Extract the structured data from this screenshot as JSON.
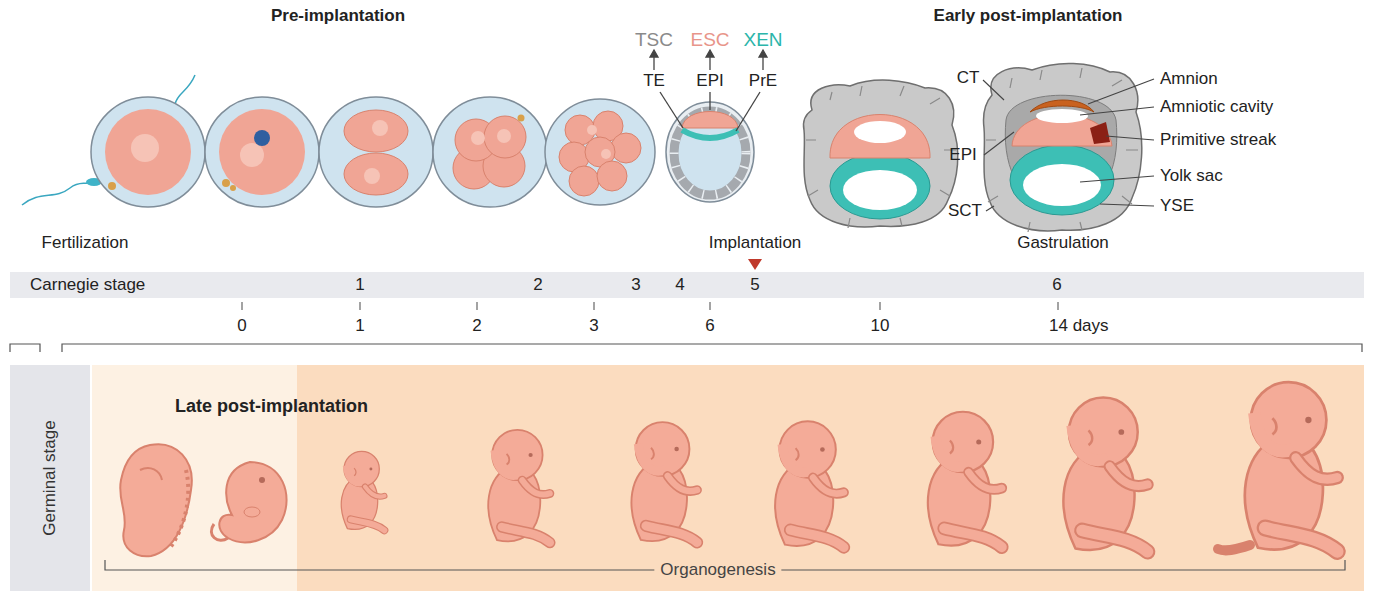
{
  "diagram": {
    "nodes": [
      {
        "text": [
          "Carnegie stage"
        ]
      },
      {
        "text": [
          "Germinal stage"
        ]
      },
      {
        "text": [
          "Late post-implantation",
          "Organogenesis"
        ]
      }
    ],
    "labels": [
      "Pre-implantation",
      "Early post-implantation",
      "TSC",
      "ESC",
      "XEN",
      "TE",
      "EPI",
      "PrE",
      "CT",
      "Amnion",
      "Amniotic cavity",
      "Primitive streak",
      "EPI",
      "Yolk sac",
      "SCT",
      "YSE",
      "Fertilization",
      "Implantation",
      "Gastrulation",
      "1",
      "2",
      "3",
      "4",
      "5",
      "6",
      "0",
      "1",
      "2",
      "3",
      "6",
      "10",
      "14 days"
    ]
  }
}
